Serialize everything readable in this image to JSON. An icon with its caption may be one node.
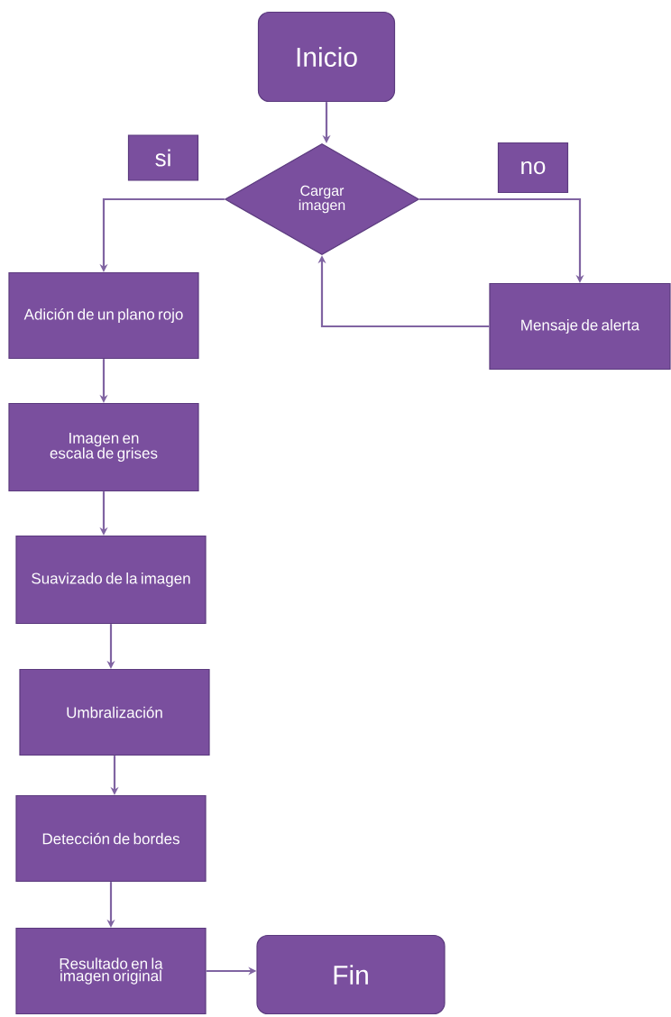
{
  "diagram": {
    "nodes": [
      {
        "text": [
          "Inicio"
        ]
      },
      {
        "text": [
          "si"
        ]
      },
      {
        "text": [
          "Cargar imagen"
        ]
      },
      {
        "text": [
          "no"
        ]
      },
      {
        "text": [
          "Adición de un plano rojo"
        ]
      },
      {
        "text": [
          "Mensaje de alerta"
        ]
      },
      {
        "text": [
          "Imagen en escala de grises"
        ]
      },
      {
        "text": [
          "Suavizado de la imagen"
        ]
      },
      {
        "text": [
          "Umbralización"
        ]
      },
      {
        "text": [
          "Detección de bordes"
        ]
      },
      {
        "text": [
          "Resultado en la imagen original"
        ]
      },
      {
        "text": [
          "Fin"
        ]
      }
    ],
    "edges": [
      {
        "from": 0,
        "to": 2,
        "arrow": "to"
      },
      {
        "from": 2,
        "to": 4,
        "arrow": "to"
      },
      {
        "from": 2,
        "to": 5,
        "arrow": "to"
      },
      {
        "from": 5,
        "to": 2,
        "arrow": "to"
      },
      {
        "from": 4,
        "to": 6,
        "arrow": "to"
      },
      {
        "from": 6,
        "to": 7,
        "arrow": "to"
      },
      {
        "from": 7,
        "to": 8,
        "arrow": "to"
      },
      {
        "from": 8,
        "to": 9,
        "arrow": "to"
      },
      {
        "from": 9,
        "to": 10,
        "arrow": "to"
      },
      {
        "from": 10,
        "to": 11,
        "arrow": "to"
      }
    ]
  }
}
